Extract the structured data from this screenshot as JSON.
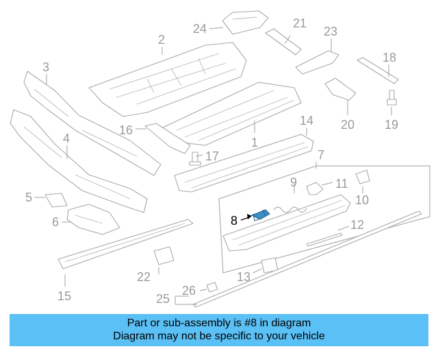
{
  "callouts": {
    "c1": "1",
    "c2": "2",
    "c3": "3",
    "c4": "4",
    "c5": "5",
    "c6": "6",
    "c7": "7",
    "c8": "8",
    "c9": "9",
    "c10": "10",
    "c11": "11",
    "c12": "12",
    "c13": "13",
    "c14": "14",
    "c15": "15",
    "c16": "16",
    "c17": "17",
    "c18": "18",
    "c19": "19",
    "c20": "20",
    "c21": "21",
    "c22": "22",
    "c23": "23",
    "c24": "24",
    "c25": "25",
    "c26": "26"
  },
  "highlight": {
    "part_number": "8",
    "color": "#3a8fc4"
  },
  "banner": {
    "line1": "Part or sub-assembly is #8 in diagram",
    "line2": "Diagram may not be specific to your vehicle",
    "background": "#5bc0f5"
  }
}
